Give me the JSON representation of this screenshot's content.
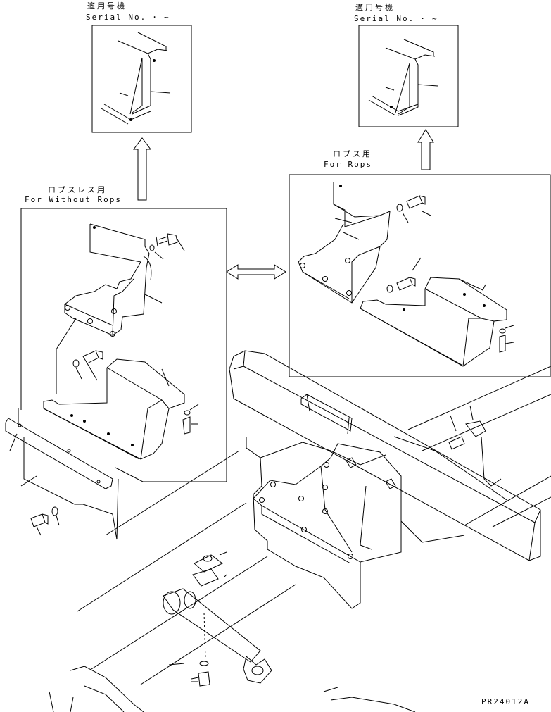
{
  "callouts": {
    "left_serial": {
      "jp": "適用号機",
      "en": "Serial No.  ･  ~"
    },
    "right_serial": {
      "jp": "適用号機",
      "en": "Serial No.  ･  ~"
    },
    "without_rops": {
      "jp": "ロプスレス用",
      "en": "For Without Rops"
    },
    "rops": {
      "jp": "ロプス用",
      "en": "For Rops"
    }
  },
  "drawing_code": "PR24012A",
  "colors": {
    "line": "#000000",
    "background": "#ffffff"
  }
}
